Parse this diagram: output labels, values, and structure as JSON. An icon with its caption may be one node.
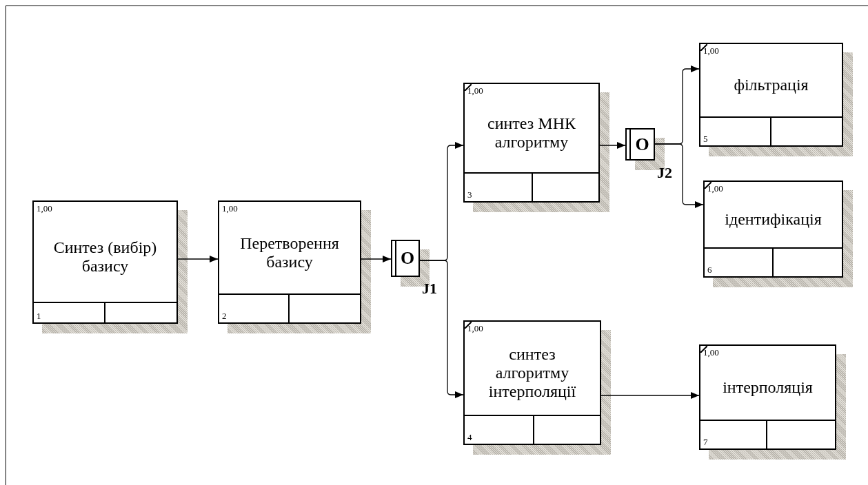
{
  "diagram": {
    "nodes": [
      {
        "text": [
          "1,00",
          "Синтез (вибір) базису",
          "1"
        ]
      },
      {
        "text": [
          "1,00",
          "Перетворення базису",
          "2"
        ]
      },
      {
        "text": [
          "O"
        ],
        "beside": [
          "J1"
        ]
      },
      {
        "text": [
          "1,00",
          "синтез МНК алгоритму",
          "3"
        ]
      },
      {
        "text": [
          "O"
        ],
        "beside": [
          "J2"
        ]
      },
      {
        "text": [
          "1,00",
          "фільтрація",
          "5"
        ]
      },
      {
        "text": [
          "1,00",
          "ідентифікація",
          "6"
        ]
      },
      {
        "text": [
          "1,00",
          "синтез алгоритму інтерполяції",
          "4"
        ]
      },
      {
        "text": [
          "1,00",
          "інтерполяція",
          "7"
        ]
      }
    ],
    "edges": [
      {
        "from": 0,
        "to": 1,
        "arrow": "to"
      },
      {
        "from": 1,
        "to": 2,
        "arrow": "to"
      },
      {
        "from": 2,
        "to": 3,
        "arrow": "to"
      },
      {
        "from": 2,
        "to": 7,
        "arrow": "to"
      },
      {
        "from": 3,
        "to": 4,
        "arrow": "to"
      },
      {
        "from": 4,
        "to": 5,
        "arrow": "to"
      },
      {
        "from": 4,
        "to": 6,
        "arrow": "to"
      },
      {
        "from": 7,
        "to": 8,
        "arrow": "to"
      }
    ]
  }
}
